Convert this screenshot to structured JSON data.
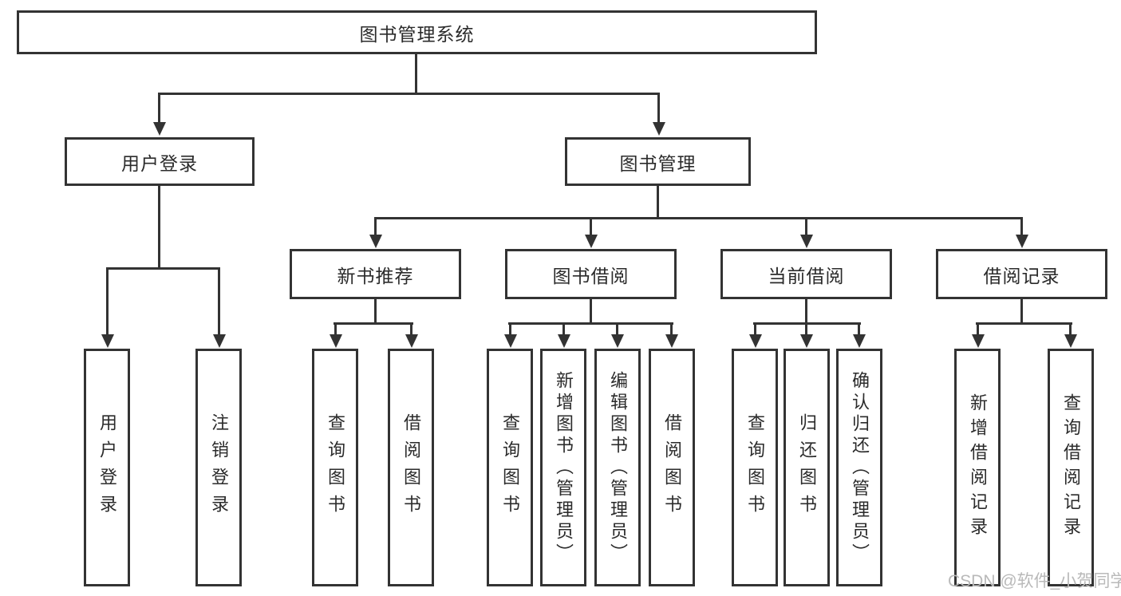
{
  "diagram_title": "图书管理系统",
  "tree": {
    "root": {
      "label": "图书管理系统"
    },
    "branches": [
      {
        "label": "用户登录",
        "children": [
          {
            "label": "用户登录"
          },
          {
            "label": "注销登录"
          }
        ]
      },
      {
        "label": "图书管理",
        "children": [
          {
            "label": "新书推荐",
            "children": [
              {
                "label": "查询图书"
              },
              {
                "label": "借阅图书"
              }
            ]
          },
          {
            "label": "图书借阅",
            "children": [
              {
                "label": "查询图书"
              },
              {
                "label": "新增图书（管理员）"
              },
              {
                "label": "编辑图书（管理员）"
              },
              {
                "label": "借阅图书"
              }
            ]
          },
          {
            "label": "当前借阅",
            "children": [
              {
                "label": "查询图书"
              },
              {
                "label": "归还图书"
              },
              {
                "label": "确认归还（管理员）"
              }
            ]
          },
          {
            "label": "借阅记录",
            "children": [
              {
                "label": "新增借阅记录"
              },
              {
                "label": "查询借阅记录"
              }
            ]
          }
        ]
      }
    ]
  },
  "watermark": {
    "text": "CSDN @软件_小贺同学"
  },
  "colors": {
    "line": "#333333",
    "box_border": "#333333",
    "box_fill": "#ffffff",
    "text": "#2b2b2b",
    "watermark": "#b9b9b9",
    "background": "#ffffff"
  }
}
